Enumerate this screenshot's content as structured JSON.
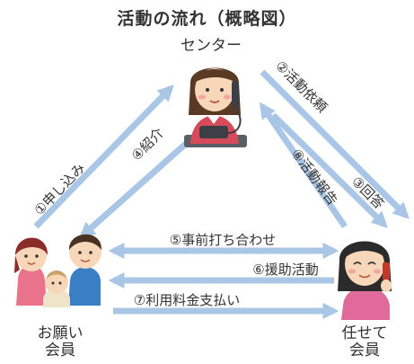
{
  "title": "活動の流れ（概略図）",
  "nodes": {
    "center": "センター",
    "requester": [
      "お願い",
      "会員"
    ],
    "provider": [
      "任せて",
      "会員"
    ]
  },
  "steps": {
    "s1": "①申し込み",
    "s2": "②活動依頼",
    "s3": "③回答",
    "s4": "④紹介",
    "s5": "⑤事前打ち合わせ",
    "s6": "⑥援助活動",
    "s7": "⑦利用料金支払い",
    "s8": "⑧活動報告"
  },
  "colors": {
    "arrow": "#a9c6e6",
    "text": "#333333"
  }
}
